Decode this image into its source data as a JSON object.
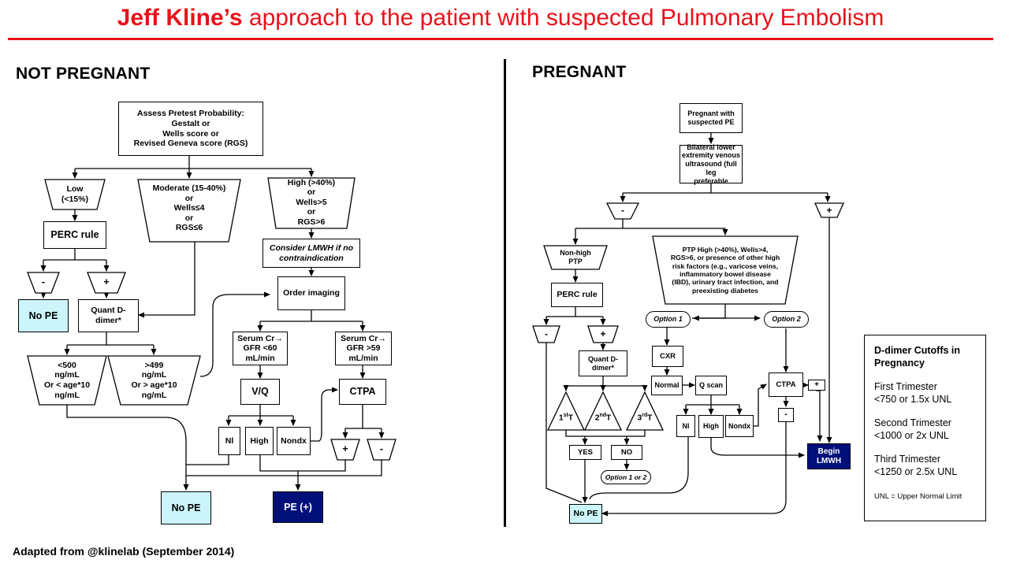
{
  "title": {
    "name_part": "Jeff Kline’s",
    "rest": " approach to the patient with suspected Pulmonary Embolism"
  },
  "headers": {
    "left": "NOT PREGNANT",
    "right": "PREGNANT"
  },
  "footer": "Adapted from @klinelab (September 2014)",
  "left": {
    "assess": "Assess Pretest Probability:\nGestalt or\nWells score or\nRevised Geneva score (RGS)",
    "low": "Low\n(<15%)",
    "moderate": "Moderate (15-40%)\nor\nWells≤4\nor\nRGS≤6",
    "high": "High (>40%)\nor\nWells>5\nor\nRGS>6",
    "perc": "PERC  rule",
    "perc_neg": "-",
    "perc_pos": "+",
    "no_pe_top": "No PE",
    "quant": "Quant D-\ndimer*",
    "lmwh": "Consider LMWH if no\ncontraindication",
    "order": "Order imaging",
    "lt500": "<500\nng/mL\nOr < age*10\nng/mL",
    "gt499": ">499\nng/mL\nOr > age*10\nng/mL",
    "gfr_lt60": "Serum Cr→\nGFR <60\nmL/min",
    "gfr_gt59": "Serum Cr→\nGFR >59\nmL/min",
    "vq": "V/Q",
    "ctpa": "CTPA",
    "nl": "Nl",
    "high_res": "High",
    "nondx": "Nondx",
    "ct_pos": "+",
    "ct_neg": "-",
    "no_pe_bottom": "No PE",
    "pe_pos": "PE (+)"
  },
  "right": {
    "start": "Pregnant with\nsuspected PE",
    "us": "Bilateral lower\nextremity venous\nultrasound (full leg\npreferable",
    "us_neg": "-",
    "us_pos": "+",
    "nonhigh": "Non-high\nPTP",
    "ptp_high": "PTP High (>40%), Wells>4,\nRGS>6, or presence of other high\nrisk factors (e.g., varicose veins,\ninflammatory bowel disease\n(IBD), urinary tract infection, and\npreexisting diabetes",
    "perc": "PERC  rule",
    "perc_neg": "-",
    "perc_pos": "+",
    "option1": "Option 1",
    "option2": "Option 2",
    "quant": "Quant D-\ndimer*",
    "cxr": "CXR",
    "normal": "Normal",
    "qscan": "Q scan",
    "ctpa": "CTPA",
    "ctpa_pos": "+",
    "ctpa_neg": "-",
    "nl": "Nl",
    "high_res": "High",
    "nondx": "Nondx",
    "t1": "1stT",
    "t2": "2ndT",
    "t3": "3rdT",
    "yes": "YES",
    "no": "NO",
    "option12": "Option 1 or 2",
    "begin_lmwh": "Begin\nLMWH",
    "no_pe": "No PE"
  },
  "cutoffs": {
    "heading": "D-dimer Cutoffs  in Pregnancy",
    "first_label": "First Trimester",
    "first_value": "<750  or 1.5x UNL",
    "second_label": "Second Trimester",
    "second_value": "<1000  or 2x UNL",
    "third_label": "Third Trimester",
    "third_value": "<1250  or 2.5x UNL",
    "note": "UNL = Upper Normal Limit"
  },
  "colors": {
    "title_red": "#e8121a",
    "no_pe_fill": "#ccf5fa",
    "positive_fill": "#00107a"
  }
}
